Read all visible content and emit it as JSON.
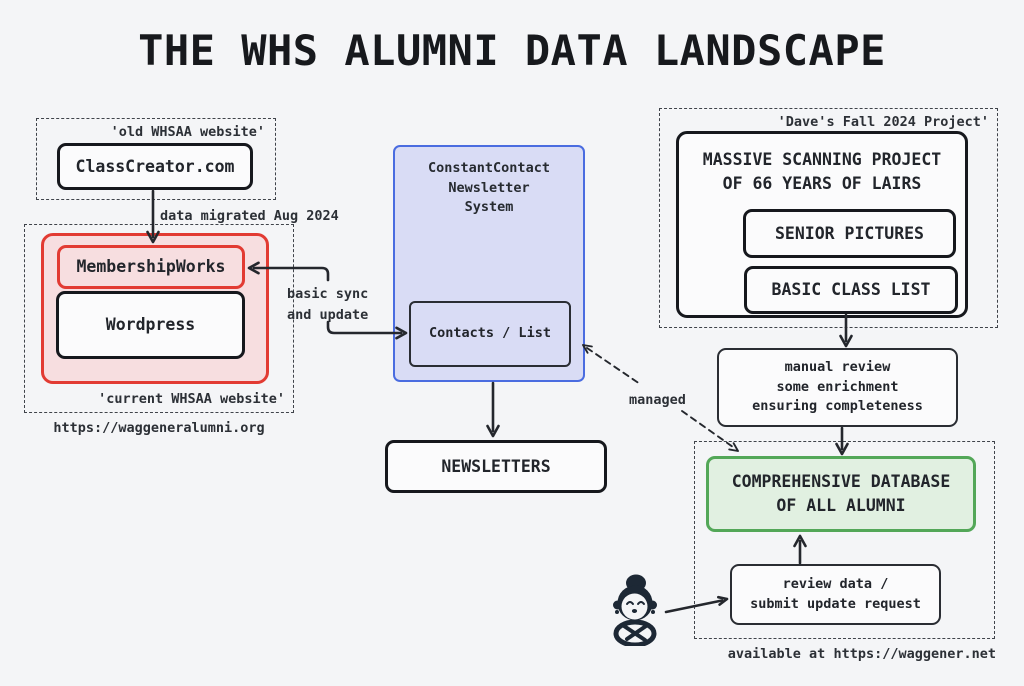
{
  "title": "THE WHS ALUMNI DATA LANDSCAPE",
  "old_site": {
    "caption": "'old WHSAA website'",
    "node": "ClassCreator.com"
  },
  "migration_label": "data migrated Aug 2024",
  "current_site": {
    "caption": "'current WHSAA website'",
    "membershipworks": "MembershipWorks",
    "wordpress": "Wordpress",
    "url": "https://waggeneralumni.org"
  },
  "sync_label": "basic sync\nand update",
  "constantcontact": {
    "title": "ConstantContact\nNewsletter\nSystem",
    "contacts": "Contacts / List"
  },
  "newsletters_label": "NEWSLETTERS",
  "daves_project": {
    "caption": "'Dave's Fall 2024 Project'",
    "title": "MASSIVE SCANNING PROJECT\nOF 66 YEARS OF LAIRS",
    "senior_pictures": "SENIOR PICTURES",
    "basic_class_list": "BASIC CLASS LIST"
  },
  "manual_review": "manual review\nsome enrichment\nensuring completeness",
  "managed_label": "managed",
  "database": {
    "title": "COMPREHENSIVE DATABASE\nOF ALL ALUMNI",
    "review_request": "review data /\nsubmit update request",
    "availability": "available at https://waggener.net"
  },
  "icons": {
    "person": "person-icon"
  },
  "colors": {
    "background": "#f4f5f7",
    "ink": "#1d2127",
    "red_border": "#e23b33",
    "red_fill": "#f7dee0",
    "blue_border": "#4a6ce0",
    "blue_fill": "#d9dcf5",
    "green_border": "#53a758",
    "green_fill": "#e1f0e1"
  }
}
